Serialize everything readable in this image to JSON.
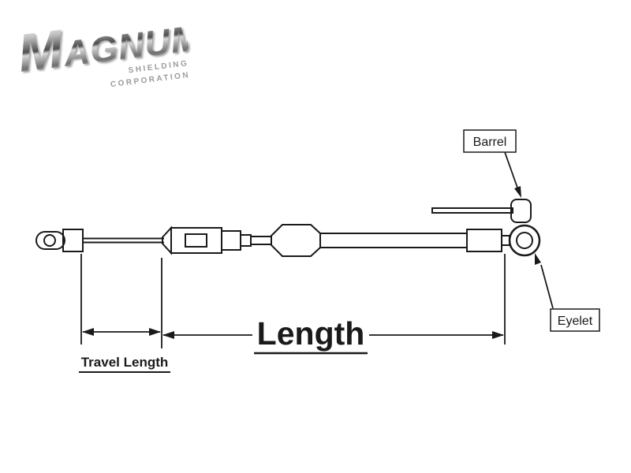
{
  "logo": {
    "brand": "MAGNUM",
    "subtitle_line1": "SHIELDING",
    "subtitle_line2": "CORPORATION"
  },
  "diagram": {
    "callouts": {
      "barrel": "Barrel",
      "eyelet": "Eyelet"
    },
    "dimensions": {
      "length": "Length",
      "travel_length": "Travel Length"
    },
    "colors": {
      "line": "#1a1a1a",
      "background": "#ffffff",
      "logo_subtitle": "#9b9b9b"
    }
  }
}
